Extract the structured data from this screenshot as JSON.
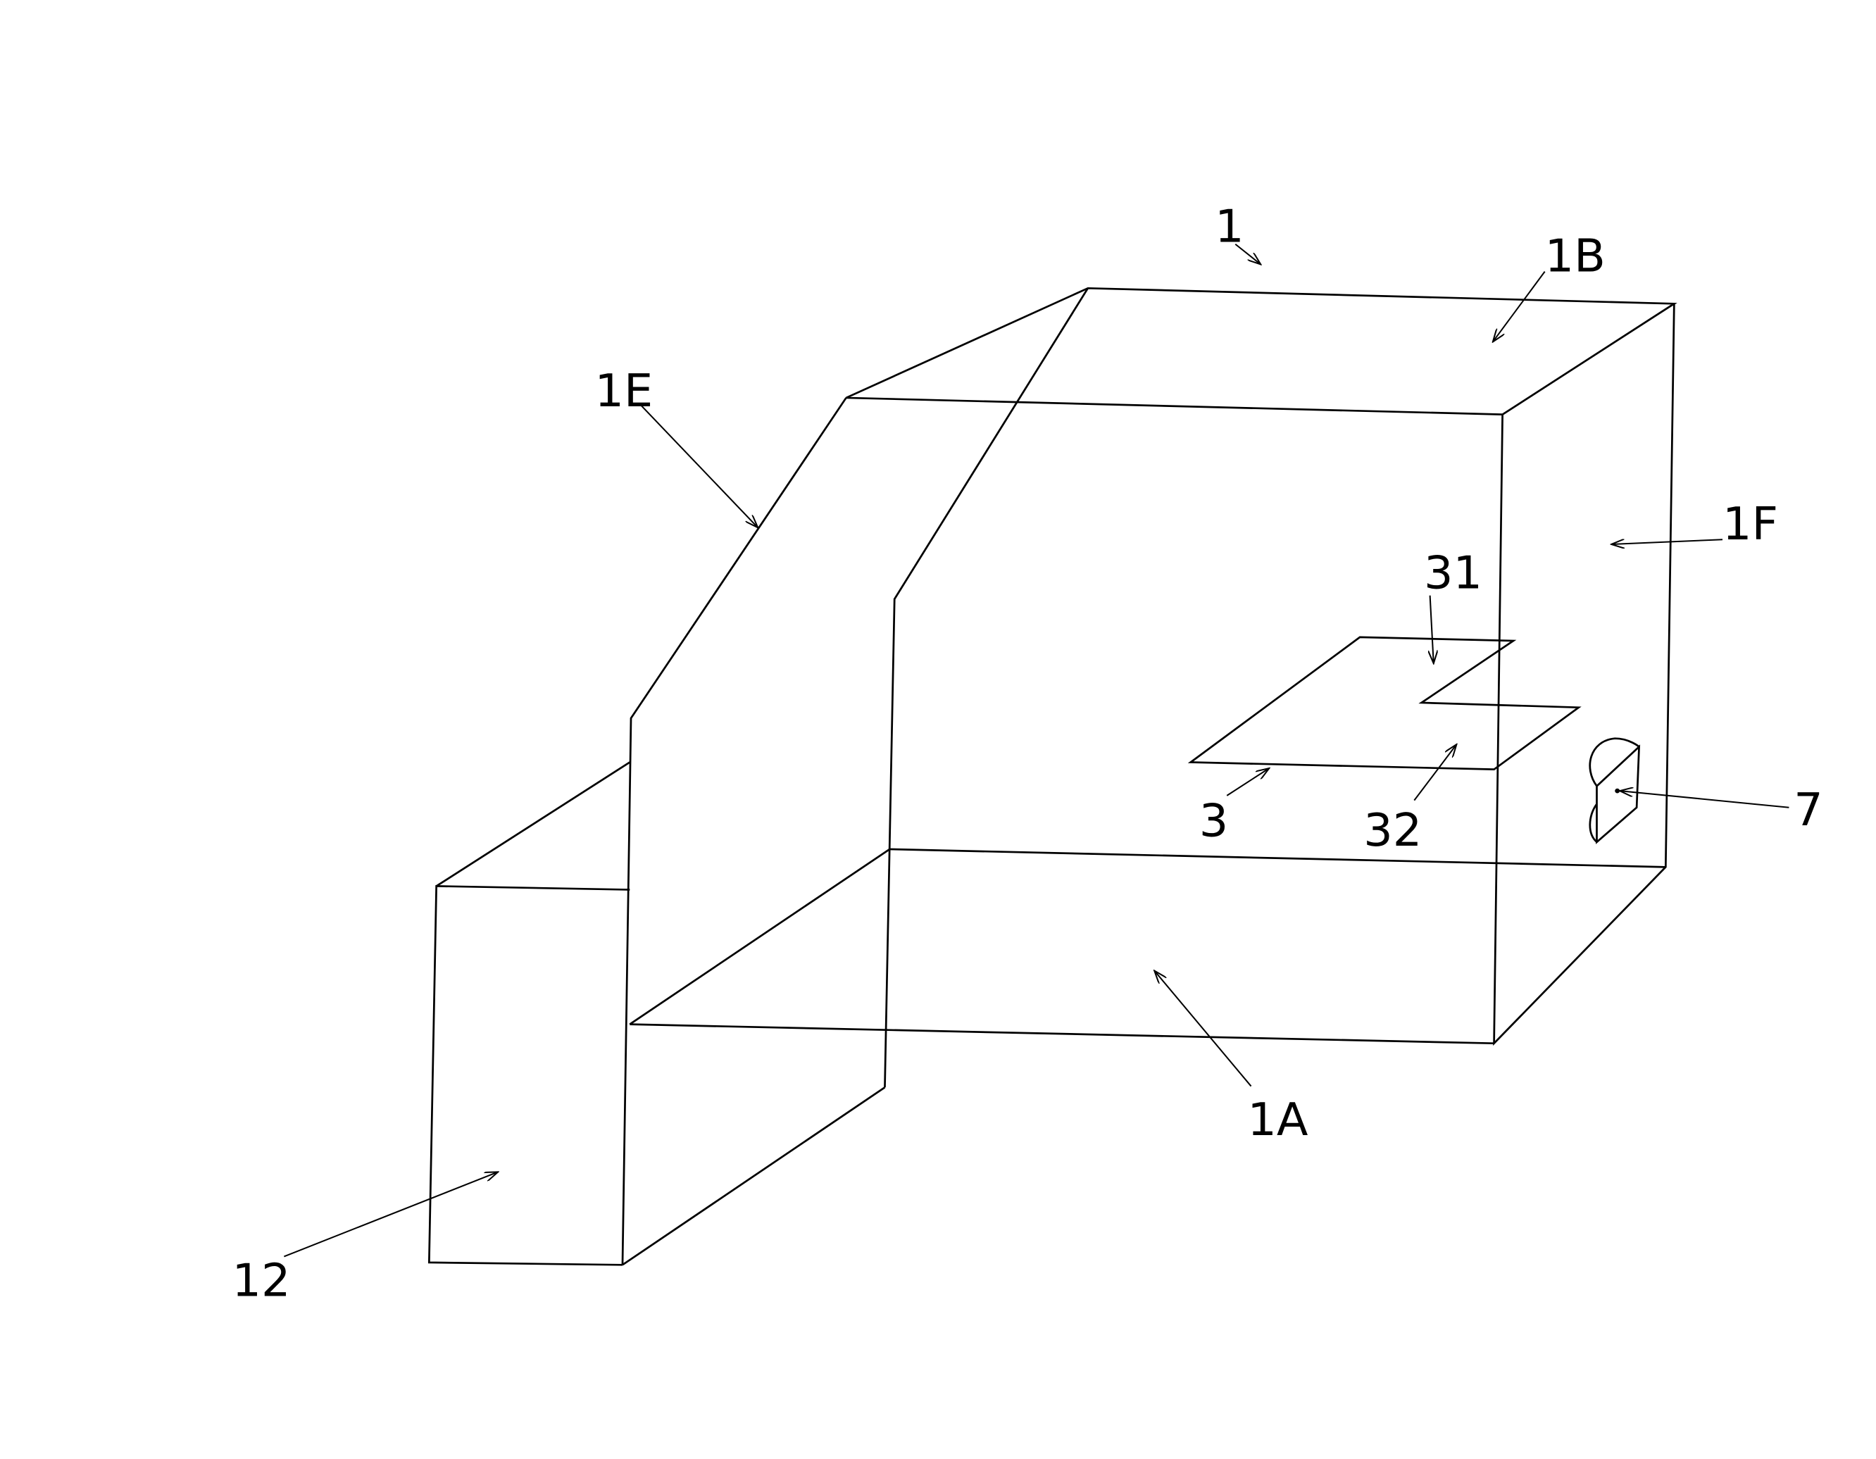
{
  "labels": {
    "housing": "1",
    "top_face": "1B",
    "chute": "1E",
    "side_face": "1F",
    "plate_upper": "31",
    "plate": "3",
    "plate_lower": "32",
    "lock": "7",
    "bottom_face": "1A",
    "box": "12"
  }
}
